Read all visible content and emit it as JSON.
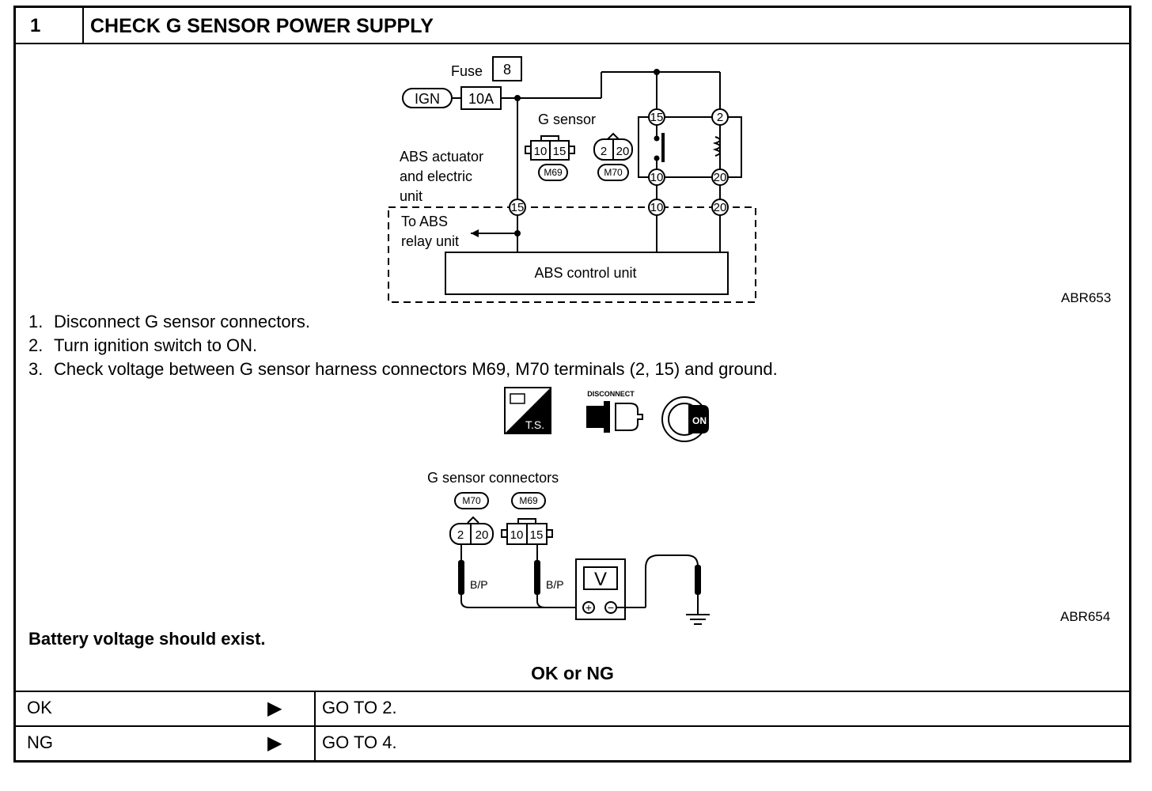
{
  "header": {
    "step_number": "1",
    "title": "CHECK G SENSOR POWER SUPPLY"
  },
  "diagram1": {
    "fuse_label": "Fuse",
    "fuse_number": "8",
    "fuse_rating": "10A",
    "ign_label": "IGN",
    "g_sensor_label": "G sensor",
    "m69_terminals": [
      "10",
      "15"
    ],
    "m70_terminals": [
      "2",
      "20"
    ],
    "m69_label": "M69",
    "m70_label": "M70",
    "abs_actuator_lines": [
      "ABS actuator",
      "and electric",
      "unit"
    ],
    "to_abs_lines": [
      "To ABS",
      "relay unit"
    ],
    "abs_control_unit": "ABS control unit",
    "relay_pins": [
      "15",
      "2",
      "10",
      "20"
    ],
    "unit_pins": [
      "15",
      "10",
      "20"
    ],
    "ref_code": "ABR653"
  },
  "steps": [
    {
      "num": "1.",
      "text": "Disconnect G sensor connectors."
    },
    {
      "num": "2.",
      "text": "Turn ignition switch to ON."
    },
    {
      "num": "3.",
      "text": "Check voltage between G sensor harness connectors M69, M70 terminals (2, 15) and ground."
    }
  ],
  "icons": {
    "ts_label": "T.S.",
    "disconnect_label": "DISCONNECT",
    "on_label": "ON"
  },
  "diagram2": {
    "title": "G sensor connectors",
    "m70_label": "M70",
    "m69_label": "M69",
    "m70_terminals": [
      "2",
      "20"
    ],
    "m69_terminals": [
      "10",
      "15"
    ],
    "wire_label_1": "B/P",
    "wire_label_2": "B/P",
    "voltmeter": "V",
    "ref_code": "ABR654"
  },
  "spec": "Battery voltage should exist.",
  "okng": {
    "title": "OK or NG",
    "rows": [
      {
        "label": "OK",
        "action": "GO TO 2."
      },
      {
        "label": "NG",
        "action": "GO TO 4."
      }
    ]
  }
}
